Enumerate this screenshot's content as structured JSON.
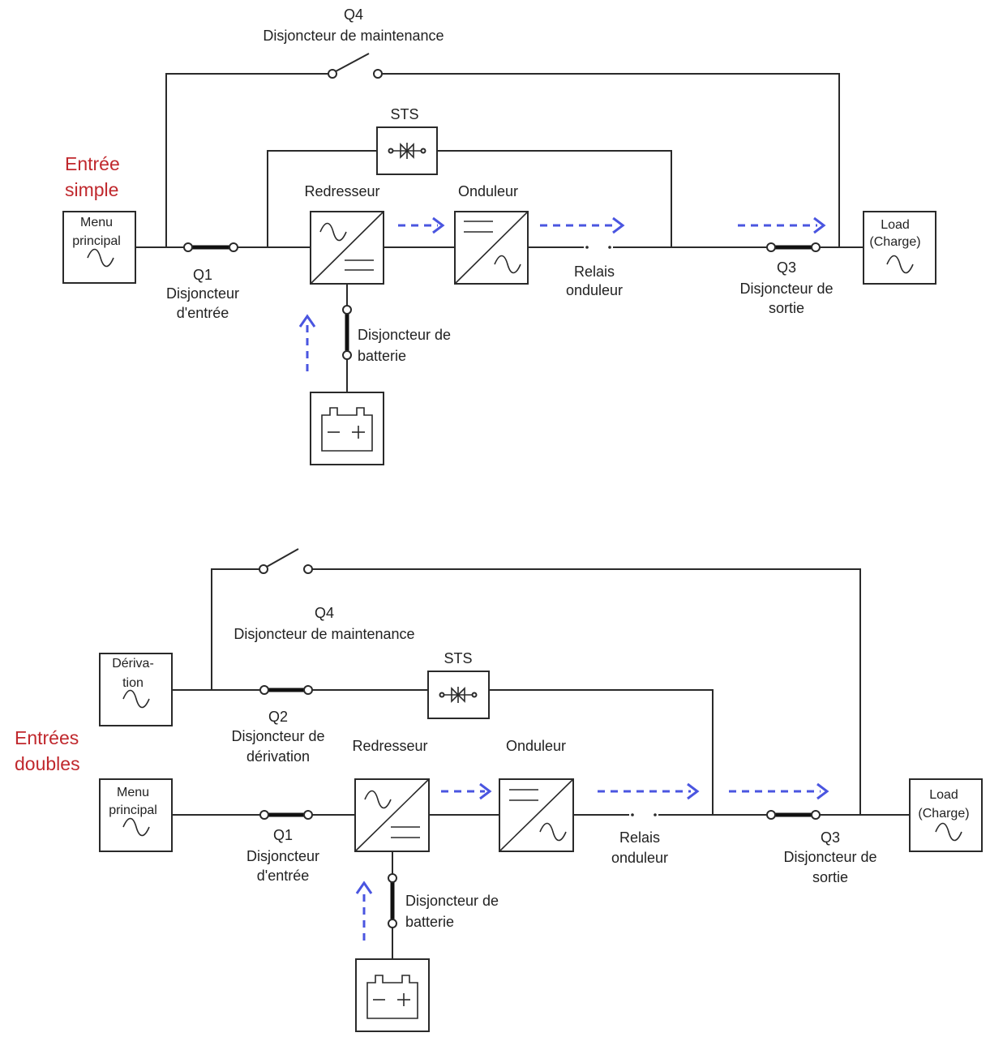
{
  "colors": {
    "title_red": "#c0282d",
    "flow_blue": "#4a55e0",
    "line": "#2a2a2a"
  },
  "single": {
    "title_line1": "Entrée",
    "title_line2": "simple",
    "q4_code": "Q4",
    "q4_label": "Disjoncteur de maintenance",
    "sts": "STS",
    "rectifier": "Redresseur",
    "inverter": "Onduleur",
    "mains_line1": "Menu",
    "mains_line2": "principal",
    "q1_code": "Q1",
    "q1_line1": "Disjoncteur",
    "q1_line2": "d'entrée",
    "relay_line1": "Relais",
    "relay_line2": "onduleur",
    "q3_code": "Q3",
    "q3_line1": "Disjoncteur de",
    "q3_line2": "sortie",
    "load_line1": "Load",
    "load_line2": "(Charge)",
    "battery_breaker_line1": "Disjoncteur de",
    "battery_breaker_line2": "batterie"
  },
  "dual": {
    "title_line1": "Entrées",
    "title_line2": "doubles",
    "q4_code": "Q4",
    "q4_label": "Disjoncteur de maintenance",
    "sts": "STS",
    "bypass_line1": "Dériva-",
    "bypass_line2": "tion",
    "q2_code": "Q2",
    "q2_line1": "Disjoncteur de",
    "q2_line2": "dérivation",
    "rectifier": "Redresseur",
    "inverter": "Onduleur",
    "mains_line1": "Menu",
    "mains_line2": "principal",
    "q1_code": "Q1",
    "q1_line1": "Disjoncteur",
    "q1_line2": "d'entrée",
    "relay_line1": "Relais",
    "relay_line2": "onduleur",
    "q3_code": "Q3",
    "q3_line1": "Disjoncteur de",
    "q3_line2": "sortie",
    "load_line1": "Load",
    "load_line2": "(Charge)",
    "battery_breaker_line1": "Disjoncteur de",
    "battery_breaker_line2": "batterie"
  },
  "icons": [
    "ac-source-icon",
    "rectifier-icon",
    "inverter-icon",
    "thyristor-switch-icon",
    "battery-icon",
    "breaker-icon",
    "flow-arrow-icon"
  ]
}
